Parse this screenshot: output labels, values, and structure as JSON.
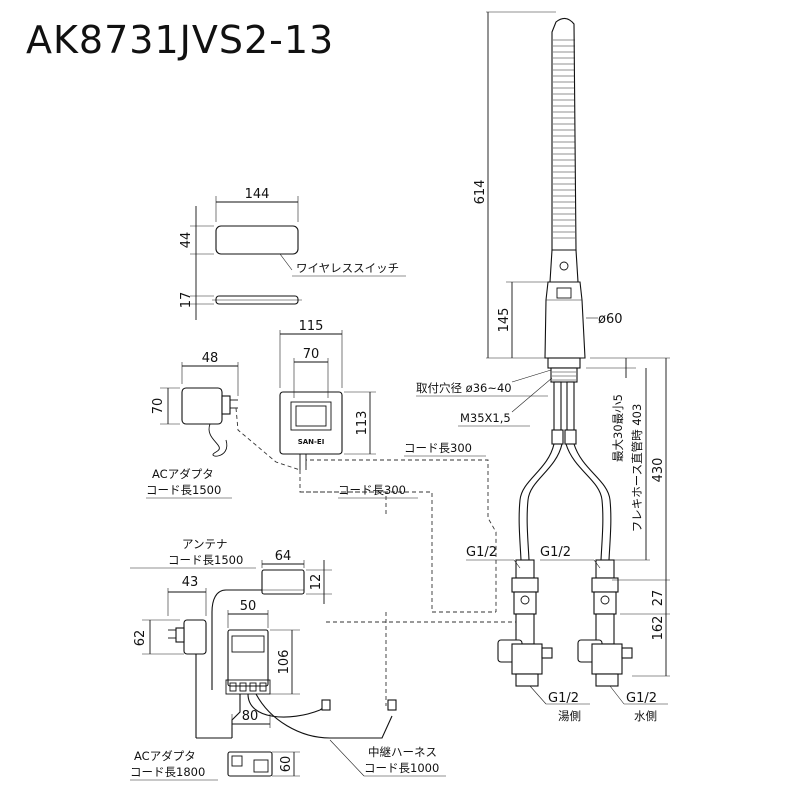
{
  "title": "AK8731JVS2-13",
  "faucet": {
    "dim_height": "614",
    "dim_head": "145",
    "dim_diameter": "ø60",
    "mount_hole": "取付穴径 ø36~40",
    "thread": "M35X1,5",
    "dim_max_thickness": "最大30最小5",
    "flex_hose": "フレキホース直管時 403",
    "dim_total": "430",
    "dim_valve": "27",
    "dim_bottom": "162",
    "g_left_top": "G1/2",
    "g_right_top": "G1/2",
    "g_left_bottom": "G1/2",
    "g_right_bottom": "G1/2",
    "hot_side": "湯側",
    "cold_side": "水側"
  },
  "wireless_switch": {
    "dim_width": "144",
    "dim_height": "44",
    "dim_thickness": "17",
    "label": "ワイヤレススイッチ"
  },
  "sensor": {
    "dim_width_outer": "115",
    "dim_width_inner": "70",
    "dim_height": "113",
    "brand": "SAN-EI",
    "cord1": "コード長300",
    "cord2": "コード長300"
  },
  "ac_adapter_top": {
    "dim_width": "48",
    "dim_height": "70",
    "label1": "ACアダプタ",
    "label2": "コード長1500"
  },
  "antenna": {
    "label1": "アンテナ",
    "label2": "コード長1500",
    "dim_width": "64",
    "dim_height": "12"
  },
  "ac_adapter_bottom": {
    "dim_width": "43",
    "dim_height": "62",
    "label1": "ACアダプタ",
    "label2": "コード長1800"
  },
  "controller": {
    "dim_width": "50",
    "dim_height": "106",
    "dim_depth": "80",
    "dim_side": "60"
  },
  "harness": {
    "label1": "中継ハーネス",
    "label2": "コード長1000"
  }
}
